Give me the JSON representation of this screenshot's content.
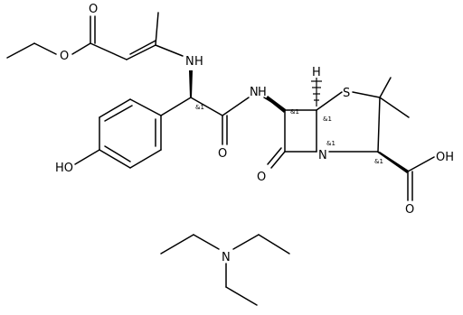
{
  "molecule": {
    "atoms": {
      "ethyl_o": "O",
      "ester_o": "O",
      "enamine_n": "N",
      "enamine_h": "H",
      "phenol_oh": "HO",
      "amide_nh_n": "N",
      "amide_nh_h": "H",
      "amide_o": "O",
      "ring_h": "H",
      "thio_s": "S",
      "lactam_o": "O",
      "lactam_n": "N",
      "acid_oh": "OH",
      "acid_o": "O",
      "tea_n": "N"
    },
    "stereo_labels": {
      "alpha_c": "&1",
      "c6": "&1",
      "c5": "&1",
      "n4": "&1",
      "c3": "&1"
    }
  }
}
